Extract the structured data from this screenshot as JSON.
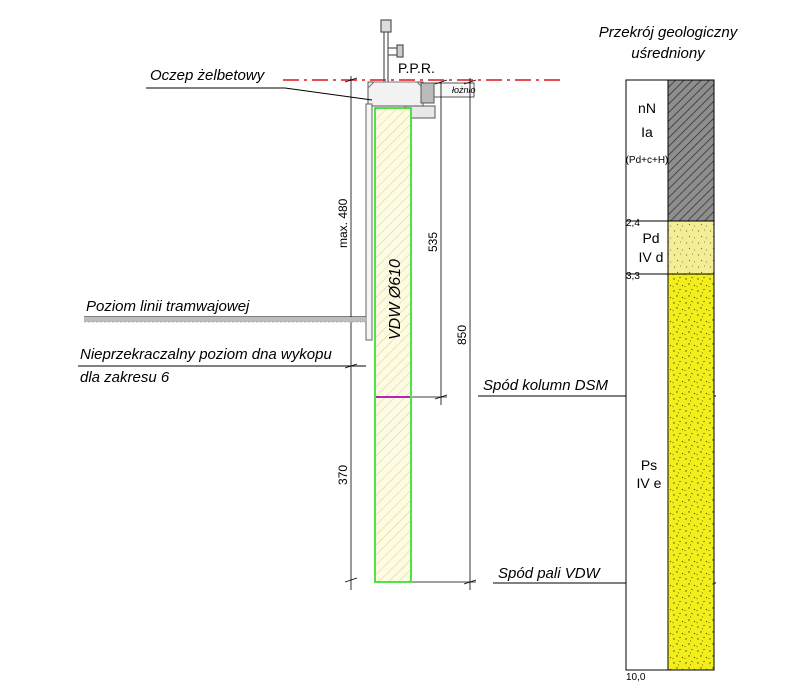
{
  "labels": {
    "cap": "Oczep żelbetowy",
    "ppr": "P.P.R.",
    "tram_level": "Poziom linii tramwajowej",
    "excavation_line1": "Nieprzekraczalny poziom dna wykopu",
    "excavation_line2": "dla zakresu 6",
    "column_bottom": "Spód kolumn DSM",
    "pile_bottom": "Spód pali VDW",
    "pile_name": "VDW Ø610",
    "small_tag": "łożnio"
  },
  "dimensions": {
    "max_480": "max. 480",
    "d535": "535",
    "d850": "850",
    "d370": "370"
  },
  "profile": {
    "title_line1": "Przekrój geologiczny",
    "title_line2": "uśredniony",
    "layers": [
      {
        "code": "nN",
        "class": "Ia",
        "note": "(Pd+c+H)",
        "top": 0.0,
        "bottom": 2.4,
        "color": "#8c8c8c"
      },
      {
        "code": "Pd",
        "class": "IV d",
        "note": "",
        "top": 2.4,
        "bottom": 3.3,
        "color": "#f1ec8a"
      },
      {
        "code": "Ps",
        "class": "IV e",
        "note": "",
        "top": 3.3,
        "bottom": 10.0,
        "color": "#f2ee1c"
      }
    ],
    "depth_labels": [
      "2,4",
      "3,3",
      "10,0"
    ]
  },
  "colors": {
    "pile_outline": "#22e01a",
    "ppr_line": "#e0141e",
    "marker": "#b400b4"
  }
}
